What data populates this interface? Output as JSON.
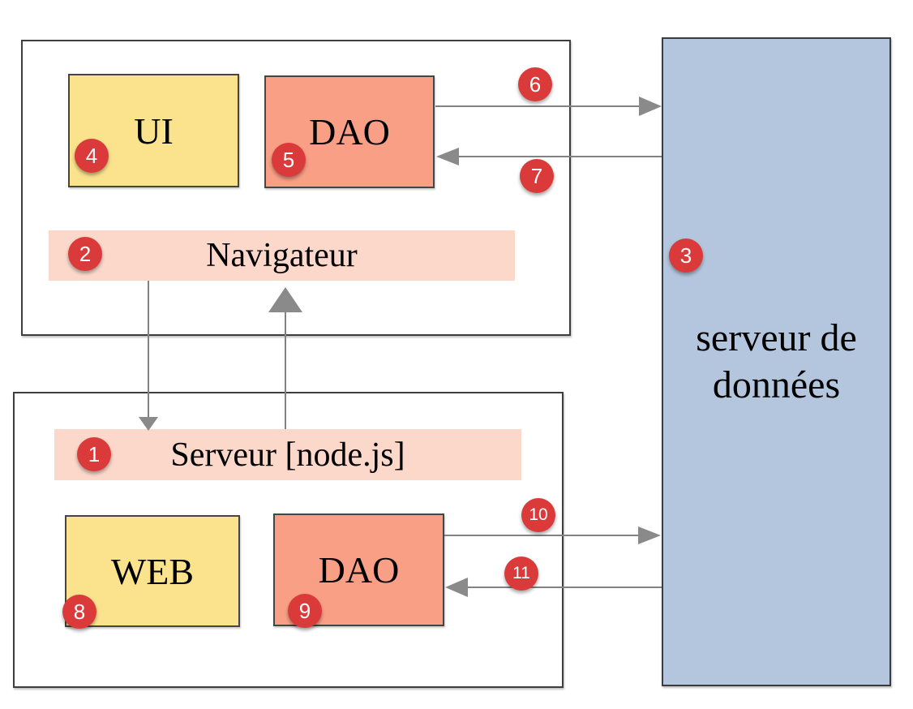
{
  "diagram": {
    "nodes": {
      "ui": {
        "label": "UI",
        "badge": "4"
      },
      "dao_client": {
        "label": "DAO",
        "badge": "5"
      },
      "navigateur": {
        "label": "Navigateur",
        "badge": "2"
      },
      "serveur_node": {
        "label": "Serveur [node.js]",
        "badge": "1"
      },
      "web": {
        "label": "WEB",
        "badge": "8"
      },
      "dao_server": {
        "label": "DAO",
        "badge": "9"
      },
      "db_server": {
        "label_line1": "serveur de",
        "label_line2": "données",
        "badge": "3"
      }
    },
    "arrow_badges": {
      "client_dao_to_db": "6",
      "db_to_client_dao": "7",
      "server_dao_to_db": "10",
      "db_to_server_dao": "11"
    },
    "colors": {
      "yellow_fill": "#fbe38d",
      "salmon_fill": "#f99f86",
      "pink_fill": "#fcd8cb",
      "blue_fill": "#b4c6de",
      "badge_red": "#db3a3a",
      "arrow_gray": "#828282",
      "border_dark": "#3e3e3e"
    }
  }
}
